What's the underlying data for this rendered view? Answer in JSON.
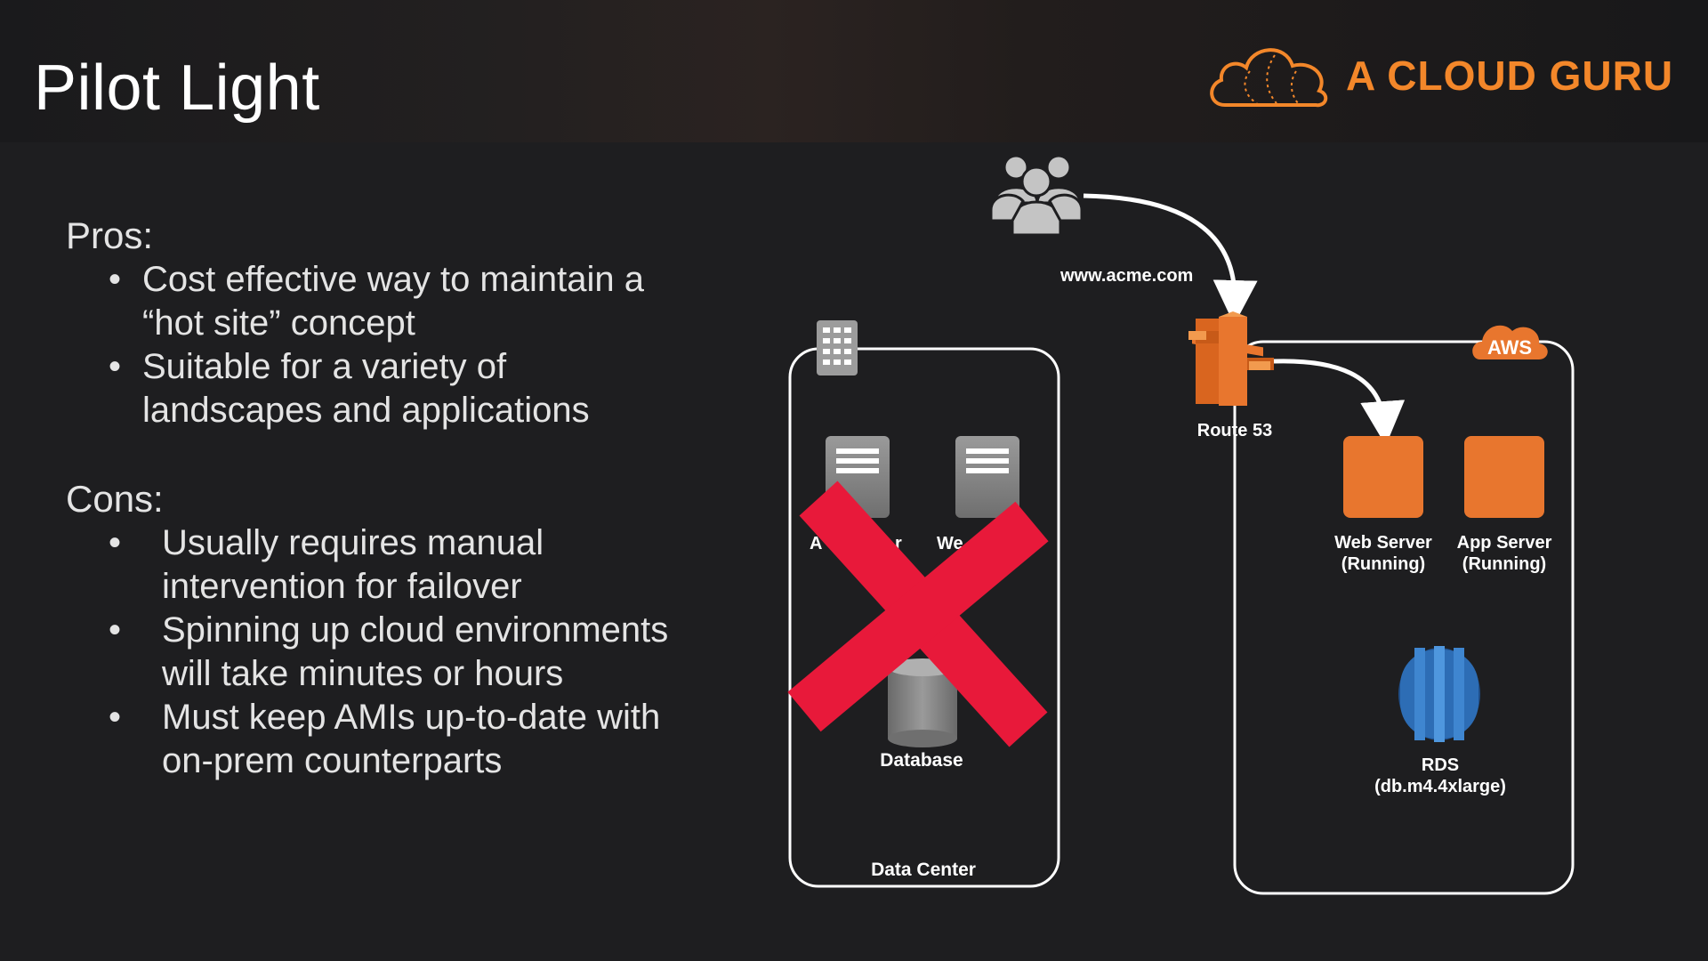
{
  "slide": {
    "title": "Pilot Light",
    "brand": "A CLOUD GURU"
  },
  "pros": {
    "label": "Pros:",
    "items": [
      "Cost effective way to maintain a “hot site” concept",
      "Suitable for a variety of landscapes and applications"
    ]
  },
  "cons": {
    "label": "Cons:",
    "items": [
      "Usually requires manual intervention for failover",
      "Spinning up cloud environments will take minutes or hours",
      "Must keep AMIs up-to-date with on-prem counterparts"
    ]
  },
  "diagram": {
    "url_label": "www.acme.com",
    "route53_label": "Route 53",
    "aws_badge": "AWS",
    "datacenter": {
      "label": "Data Center",
      "app_server_label_partial": "A",
      "app_server_label_partial2": "r",
      "web_server_label_partial": "We",
      "database_label": "Database"
    },
    "aws_side": {
      "web_server_label": "Web Server",
      "web_server_state": "(Running)",
      "app_server_label": "App Server",
      "app_server_state": "(Running)",
      "rds_label": "RDS",
      "rds_instance": "(db.m4.4xlarge)"
    },
    "colors": {
      "accent_orange": "#f3872a",
      "server_orange": "#e8762e",
      "cross_red": "#e8193a",
      "rds_blue": "#2d6db5"
    }
  }
}
